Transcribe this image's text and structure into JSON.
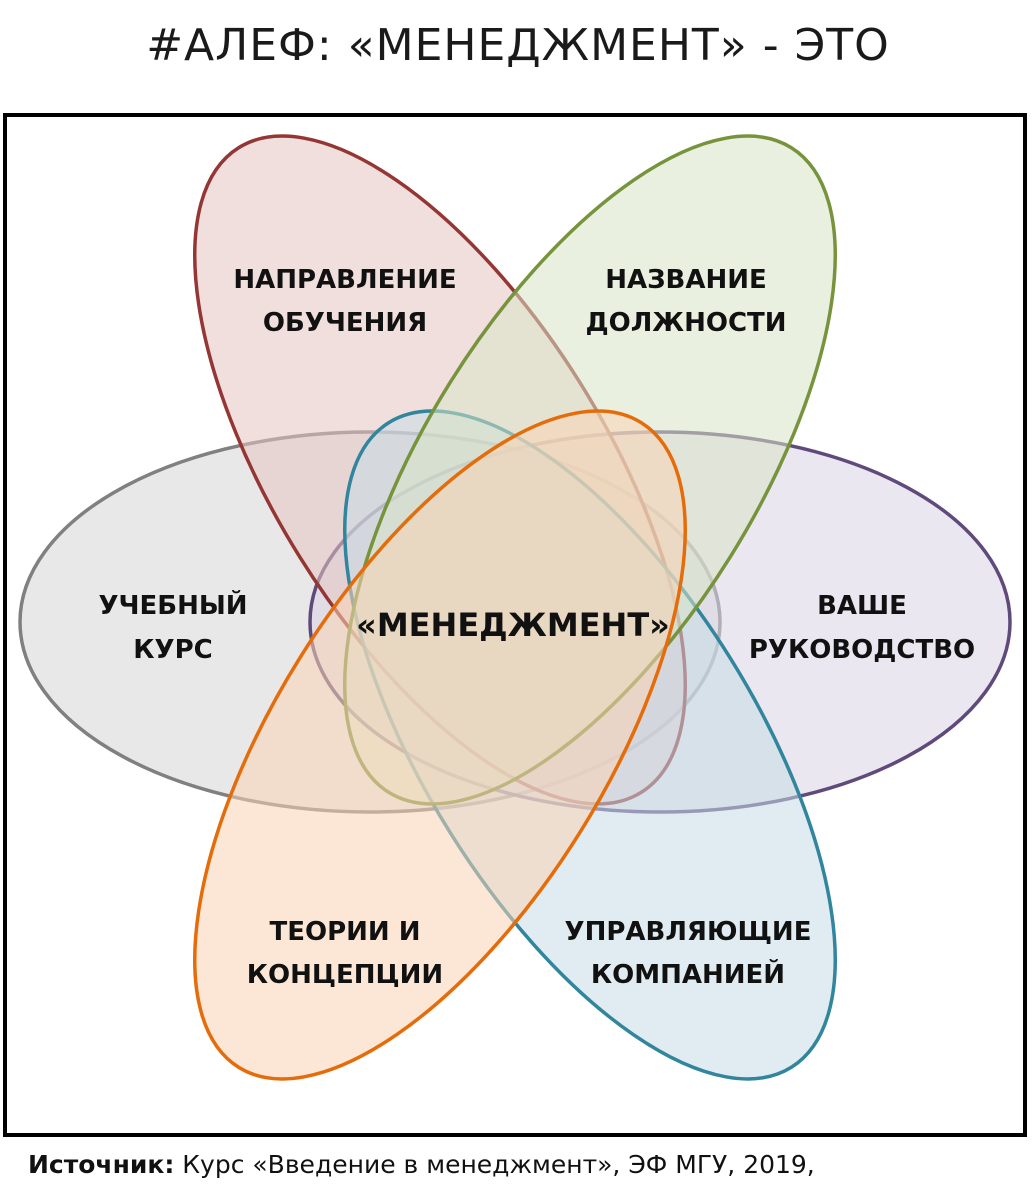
{
  "title": "#АЛЕФ: «МЕНЕДЖМЕНТ» - ЭТО",
  "center_label": "«МЕНЕДЖМЕНТ»",
  "petals": [
    {
      "id": "study-direction",
      "line1": "НАПРАВЛЕНИЕ",
      "line2": "ОБУЧЕНИЯ",
      "stroke": "#943634",
      "fill": "#e6c4c3"
    },
    {
      "id": "job-title",
      "line1": "НАЗВАНИЕ",
      "line2": "ДОЛЖНОСТИ",
      "stroke": "#77933c",
      "fill": "#d9e3c6"
    },
    {
      "id": "training-course",
      "line1": "УЧЕБНЫЙ",
      "line2": "КУРС",
      "stroke": "#808080",
      "fill": "#d6d6d6"
    },
    {
      "id": "your-leadership",
      "line1": "ВАШЕ",
      "line2": "РУКОВОДСТВО",
      "stroke": "#604a7b",
      "fill": "#d9d3e4"
    },
    {
      "id": "theories-concepts",
      "line1": "ТЕОРИИ И",
      "line2": "КОНЦЕПЦИИ",
      "stroke": "#e46c0a",
      "fill": "#f9d3b5"
    },
    {
      "id": "company-managers",
      "line1": "УПРАВЛЯЮЩИЕ",
      "line2": "КОМПАНИЕЙ",
      "stroke": "#31859c",
      "fill": "#c7dde5"
    }
  ],
  "source": {
    "label": "Источник:",
    "text": " Курс «Введение в менеджмент», ЭФ МГУ, 2019,"
  }
}
